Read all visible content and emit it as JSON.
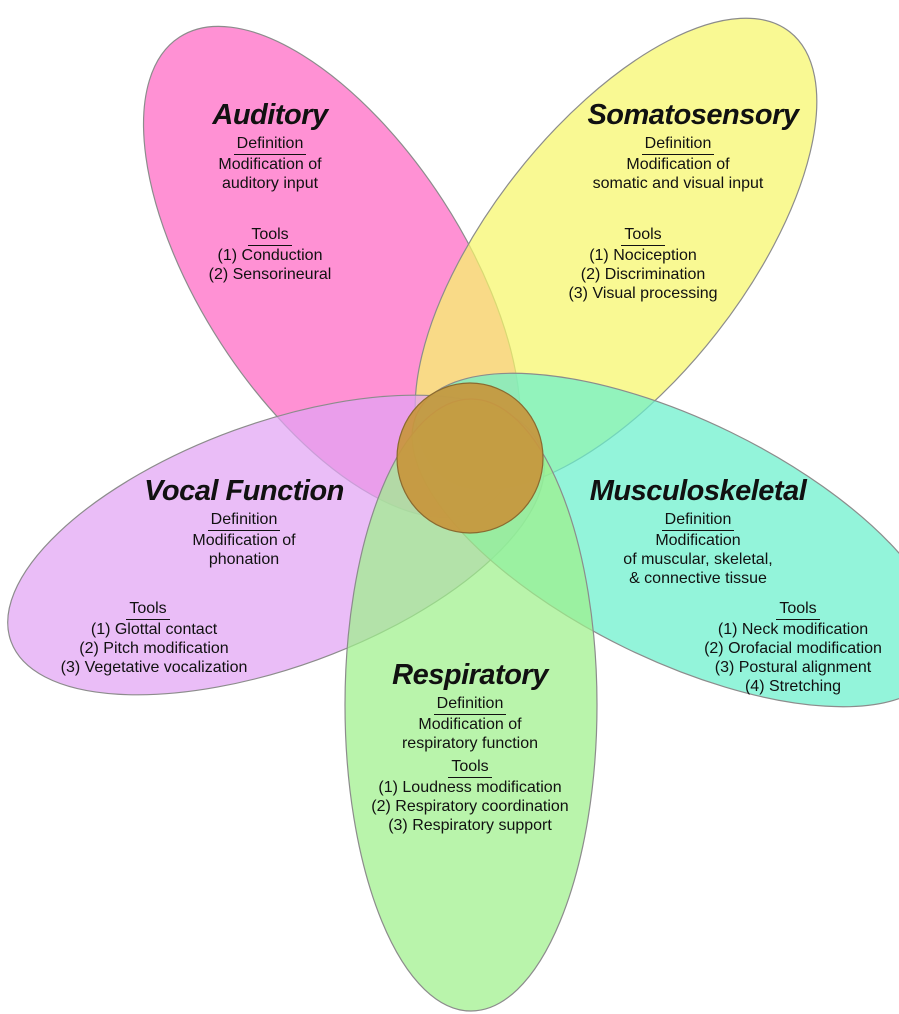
{
  "petals": [
    {
      "id": "auditory",
      "color": "#ff66c4",
      "title": "Auditory",
      "definition_heading": "Definition",
      "definition": [
        "Modification of",
        "auditory input"
      ],
      "tools_heading": "Tools",
      "tools": [
        "(1) Conduction",
        "(2) Sensorineural"
      ]
    },
    {
      "id": "somatosensory",
      "color": "#f6f76a",
      "title": "Somatosensory",
      "definition_heading": "Definition",
      "definition": [
        "Modification of",
        "somatic and visual input"
      ],
      "tools_heading": "Tools",
      "tools": [
        "(1) Nociception",
        "(2) Discrimination",
        "(3) Visual processing"
      ]
    },
    {
      "id": "vocal-function",
      "color": "#e2a4f4",
      "title": "Vocal Function",
      "definition_heading": "Definition",
      "definition": [
        "Modification of",
        "phonation"
      ],
      "tools_heading": "Tools",
      "tools": [
        "(1) Glottal contact",
        "(2) Pitch modification",
        "(3) Vegetative vocalization"
      ]
    },
    {
      "id": "musculoskeletal",
      "color": "#6af0cc",
      "title": "Musculoskeletal",
      "definition_heading": "Definition",
      "definition": [
        "Modification",
        "of muscular, skeletal,",
        "& connective tissue"
      ],
      "tools_heading": "Tools",
      "tools": [
        "(1) Neck modification",
        "(2) Orofacial modification",
        "(3) Postural alignment",
        "(4) Stretching"
      ]
    },
    {
      "id": "respiratory",
      "color": "#9ef08a",
      "title": "Respiratory",
      "definition_heading": "Definition",
      "definition": [
        "Modification of",
        "respiratory function"
      ],
      "tools_heading": "Tools",
      "tools": [
        "(1) Loudness modification",
        "(2) Respiratory coordination",
        "(3) Respiratory support"
      ]
    }
  ],
  "center_color": "#c8963c"
}
